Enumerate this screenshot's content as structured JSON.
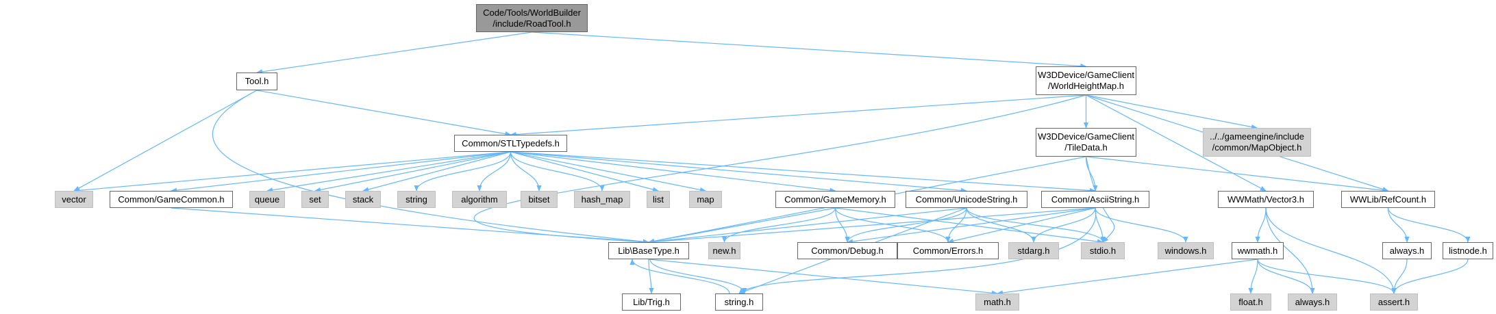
{
  "nodes": {
    "roadtool": {
      "l1": "Code/Tools/WorldBuilder",
      "l2": "/include/RoadTool.h"
    },
    "tool": {
      "label": "Tool.h"
    },
    "worldheightmap": {
      "l1": "W3DDevice/GameClient",
      "l2": "/WorldHeightMap.h"
    },
    "stltypedefs": {
      "label": "Common/STLTypedefs.h"
    },
    "tiledata": {
      "l1": "W3DDevice/GameClient",
      "l2": "/TileData.h"
    },
    "mapobject": {
      "l1": "../../gameengine/include",
      "l2": "/common/MapObject.h"
    },
    "vector": {
      "label": "vector"
    },
    "gamecommon": {
      "label": "Common/GameCommon.h"
    },
    "queue": {
      "label": "queue"
    },
    "set": {
      "label": "set"
    },
    "stack": {
      "label": "stack"
    },
    "string": {
      "label": "string"
    },
    "algorithm": {
      "label": "algorithm"
    },
    "bitset": {
      "label": "bitset"
    },
    "hash_map": {
      "label": "hash_map"
    },
    "list": {
      "label": "list"
    },
    "map": {
      "label": "map"
    },
    "gamememory": {
      "label": "Common/GameMemory.h"
    },
    "unicodestring": {
      "label": "Common/UnicodeString.h"
    },
    "asciistring": {
      "label": "Common/AsciiString.h"
    },
    "vector3": {
      "label": "WWMath/Vector3.h"
    },
    "refcount": {
      "label": "WWLib/RefCount.h"
    },
    "basetype": {
      "label": "Lib\\BaseType.h"
    },
    "new_h": {
      "label": "new.h"
    },
    "debug": {
      "label": "Common/Debug.h"
    },
    "errors": {
      "label": "Common/Errors.h"
    },
    "stdarg": {
      "label": "stdarg.h"
    },
    "stdio": {
      "label": "stdio.h"
    },
    "windows": {
      "label": "windows.h"
    },
    "wwmath": {
      "label": "wwmath.h"
    },
    "always1": {
      "label": "always.h"
    },
    "listnode": {
      "label": "listnode.h"
    },
    "trig": {
      "label": "Lib/Trig.h"
    },
    "string_h": {
      "label": "string.h"
    },
    "math_h": {
      "label": "math.h"
    },
    "float_h": {
      "label": "float.h"
    },
    "always2": {
      "label": "always.h"
    },
    "assert_h": {
      "label": "assert.h"
    }
  },
  "colors": {
    "edge": "#63b8ff",
    "border": "#666666",
    "system_fill": "#d3d3d3",
    "root_fill": "#999999"
  }
}
